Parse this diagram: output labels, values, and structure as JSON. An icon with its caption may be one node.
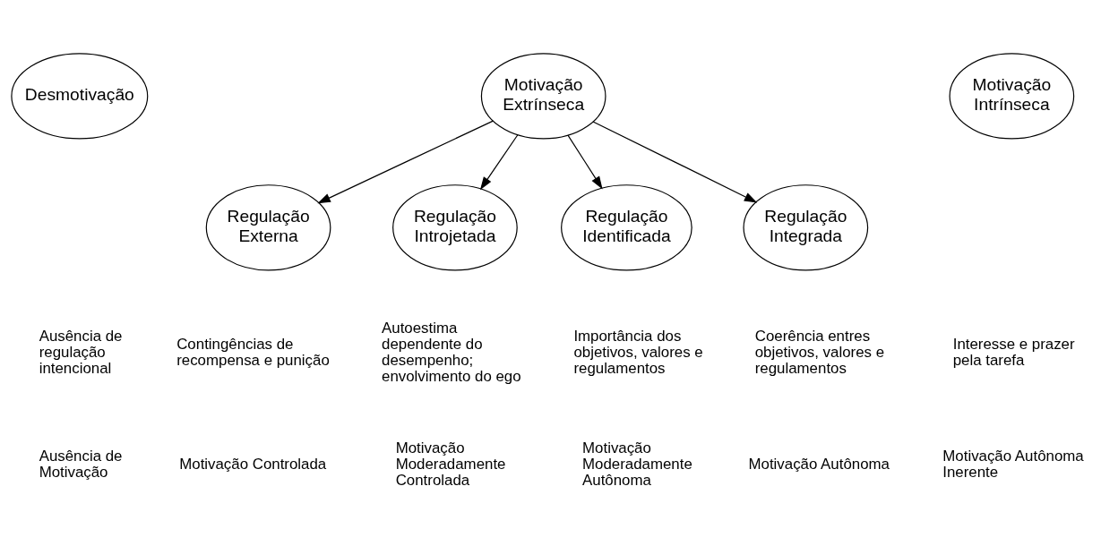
{
  "diagram": {
    "nodes": [
      {
        "text": [
          "Desmotivação"
        ]
      },
      {
        "text": [
          "Motivação Extrínseca"
        ]
      },
      {
        "text": [
          "Motivação Intrínseca"
        ]
      },
      {
        "text": [
          "Regulação Externa"
        ]
      },
      {
        "text": [
          "Regulação Introjetada"
        ]
      },
      {
        "text": [
          "Regulação Identificada"
        ]
      },
      {
        "text": [
          "Regulação Integrada"
        ]
      }
    ],
    "edges": [
      {
        "from": 1,
        "to": 3,
        "arrow": "to"
      },
      {
        "from": 1,
        "to": 4,
        "arrow": "to"
      },
      {
        "from": 1,
        "to": 5,
        "arrow": "to"
      },
      {
        "from": 1,
        "to": 6,
        "arrow": "to"
      }
    ],
    "labels": [
      "Ausência de regulação intencional",
      "Contingências de recompensa e punição",
      "Autoestima dependente do desempenho; envolvimento do ego",
      "Importância dos objetivos, valores e regulamentos",
      "Coerência entres objetivos, valores e regulamentos",
      "Interesse e prazer pela tarefa",
      "Ausência de Motivação",
      "Motivação Controlada",
      "Motivação Moderadamente Controlada",
      "Motivação Moderadamente Autônoma",
      "Motivação Autônoma",
      "Motivação Autônoma Inerente"
    ]
  }
}
